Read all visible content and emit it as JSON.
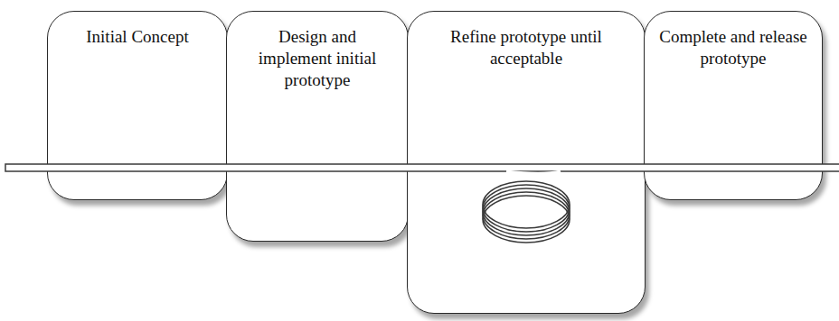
{
  "diagram": {
    "nodes": [
      {
        "text": [
          "Initial Concept"
        ]
      },
      {
        "text": [
          "Design and implement initial prototype"
        ]
      },
      {
        "text": [
          "Refine prototype until acceptable"
        ]
      },
      {
        "text": [
          "Complete and release prototype"
        ]
      }
    ]
  }
}
